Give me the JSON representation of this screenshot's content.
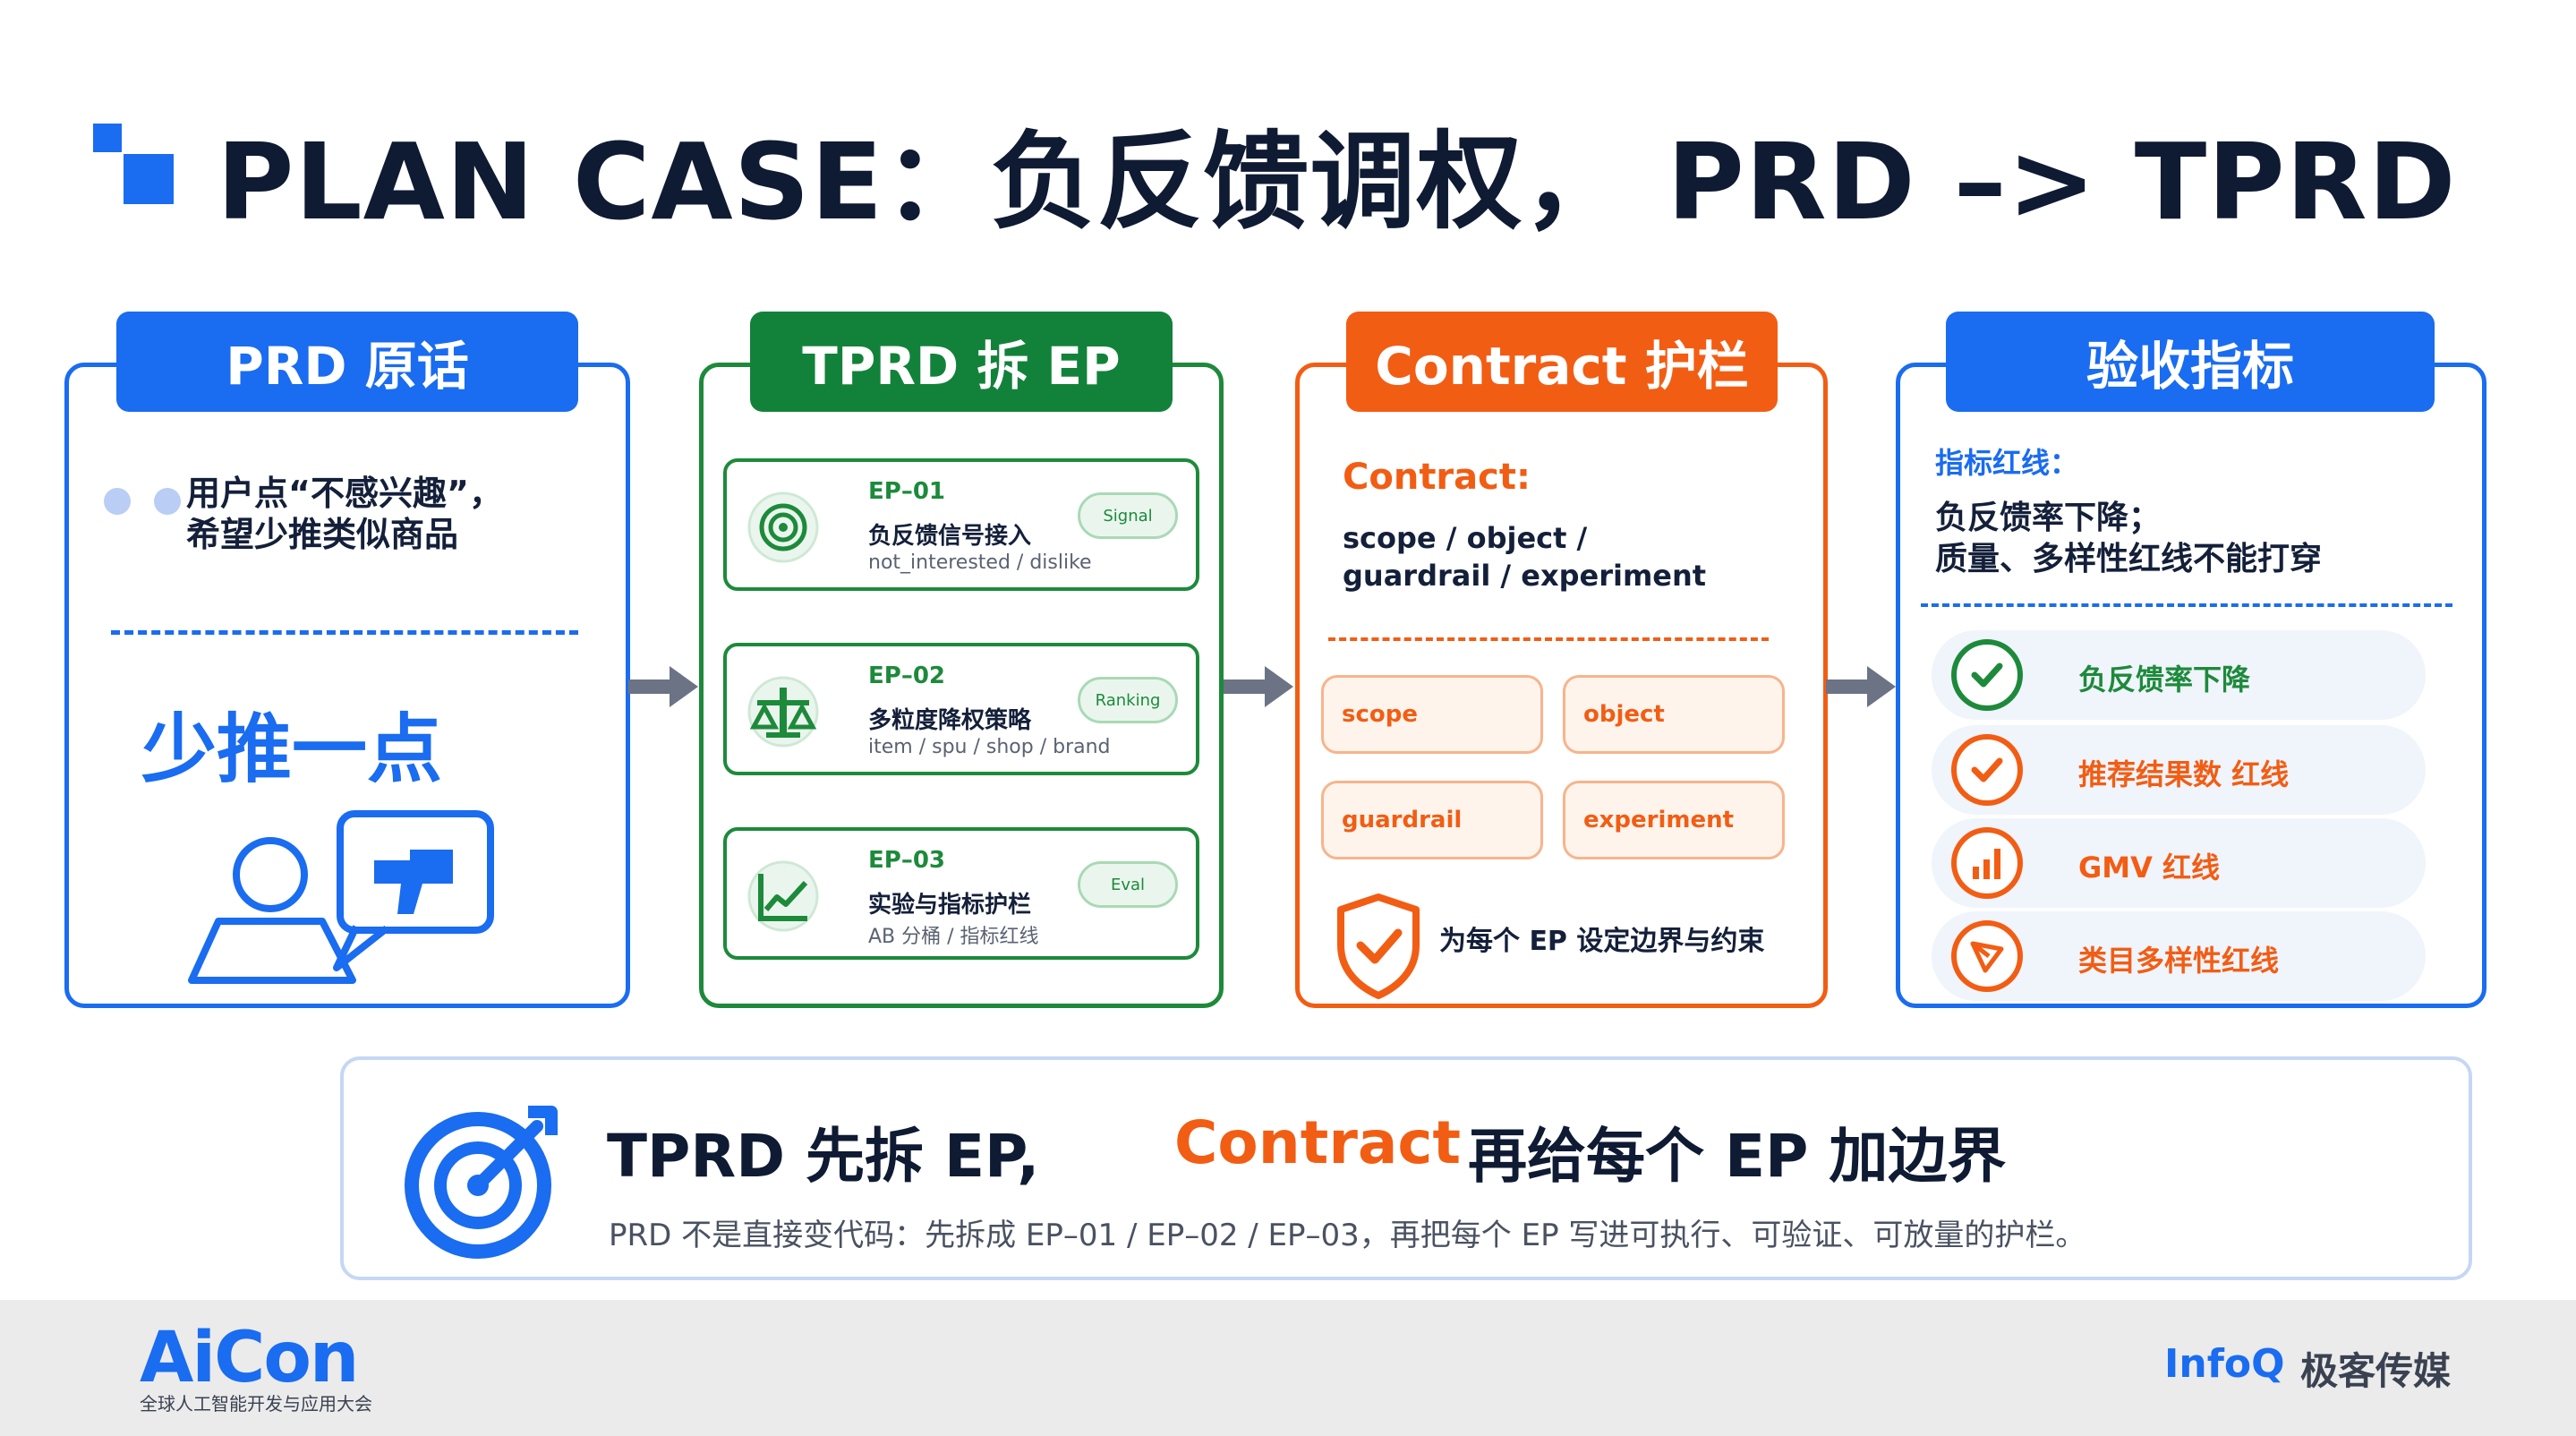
{
  "title": "PLAN CASE：负反馈调权， PRD –> TPRD",
  "cards": {
    "prd": {
      "header": "PRD 原话",
      "quote_line1": "用户点“不感兴趣”，",
      "quote_line2": "希望少推类似商品",
      "big_text": "少推一点"
    },
    "tprd": {
      "header": "TPRD 拆 EP",
      "eps": [
        {
          "code": "EP–01",
          "name": "负反馈信号接入",
          "sub": "not_interested / dislike",
          "tag": "Signal",
          "icon": "radar-icon"
        },
        {
          "code": "EP–02",
          "name": "多粒度降权策略",
          "sub": "item / spu / shop / brand",
          "tag": "Ranking",
          "icon": "scale-icon"
        },
        {
          "code": "EP–03",
          "name": "实验与指标护栏",
          "sub": "AB 分桶 / 指标红线",
          "tag": "Eval",
          "icon": "line-chart-icon"
        }
      ]
    },
    "contract": {
      "header": "Contract 护栏",
      "label": "Contract:",
      "text_line1": "scope / object /",
      "text_line2": "guardrail / experiment",
      "chips": [
        "scope",
        "object",
        "guardrail",
        "experiment"
      ],
      "note": "为每个 EP 设定边界与约束"
    },
    "acceptance": {
      "header": "验收指标",
      "label": "指标红线：",
      "text_line1": "负反馈率下降；",
      "text_line2": "质量、多样性红线不能打穿",
      "metrics": [
        {
          "label": "负反馈率下降",
          "color": "#1d8a3b",
          "icon": "check-icon"
        },
        {
          "label": "推荐结果数 红线",
          "color": "#f25d14",
          "icon": "check-icon"
        },
        {
          "label": "GMV 红线",
          "color": "#f25d14",
          "icon": "bar-chart-icon"
        },
        {
          "label": "类目多样性红线",
          "color": "#f25d14",
          "icon": "triangle-icon"
        }
      ]
    }
  },
  "summary": {
    "part1": "TPRD 先拆 EP,",
    "part2": "Contract",
    "part3": "再给每个 EP 加边界",
    "detail": "PRD 不是直接变代码：先拆成 EP–01 / EP–02 / EP–03，再把每个 EP 写进可执行、可验证、可放量的护栏。"
  },
  "footer": {
    "left_logo": "AiCon",
    "left_sub": "全球人工智能开发与应用大会",
    "right_logo": "InfoQ",
    "right_cn": "极客传媒"
  },
  "colors": {
    "blue": "#1a6cf0",
    "green": "#1d8a3b",
    "orange": "#f25d14"
  }
}
